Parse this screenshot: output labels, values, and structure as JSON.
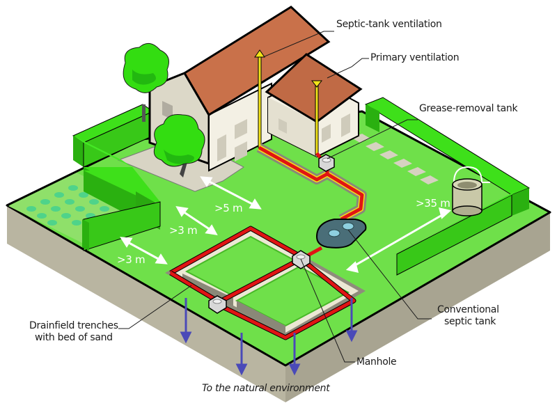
{
  "diagram": {
    "type": "isometric illustration",
    "subject": "Individual septic system layout on a residential lot",
    "colors": {
      "grass": "#6fe04a",
      "grass_dark": "#3cbf2a",
      "hedge": "#3ee01a",
      "roof": "#c9714a",
      "wall": "#f3f0e4",
      "pipe": "#e01414",
      "vent_pipe": "#f2e31a",
      "soil": "#b8b4a0",
      "tank": "#4a6e78",
      "arrow_blue": "#4a4ab8",
      "distance_arrow": "#ffffff"
    }
  },
  "labels": {
    "septic_tank_ventilation": "Septic-tank ventilation",
    "primary_ventilation": "Primary ventilation",
    "grease_removal_tank": "Grease-removal tank",
    "conventional_septic_tank_line1": "Conventional",
    "conventional_septic_tank_line2": "septic tank",
    "drainfield_line1": "Drainfield trenches",
    "drainfield_line2": "with bed of sand",
    "manhole": "Manhole",
    "natural_environment": "To the natural environment"
  },
  "distances": {
    "house_to_drainfield": ">5 m",
    "tree_to_drainfield": ">3 m",
    "hedge_to_drainfield": ">3 m",
    "well_to_system": ">35 m"
  }
}
